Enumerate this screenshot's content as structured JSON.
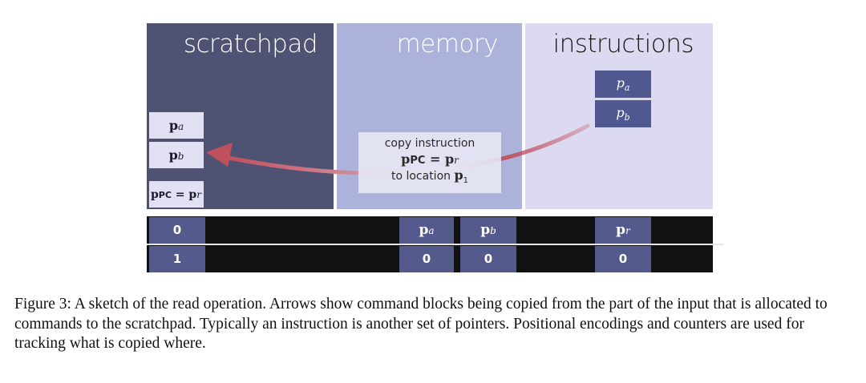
{
  "panels": {
    "scratchpad": {
      "title": "scratchpad",
      "boxes": [
        {
          "main": "p",
          "sub": "a"
        },
        {
          "main": "p",
          "sub": "b"
        },
        {
          "main": "p",
          "pc": "PC",
          "eq": " = p",
          "sub": "r"
        }
      ]
    },
    "memory": {
      "title": "memory",
      "copy_box": {
        "line1": "copy instruction",
        "line2_main": "p",
        "line2_pc": "PC",
        "line2_eq": " = p",
        "line2_sub": "r",
        "line3_text": "to location ",
        "line3_main": "p",
        "line3_sub": "1"
      }
    },
    "instructions": {
      "title": "instructions",
      "boxes": [
        {
          "main": "p",
          "sub": "a"
        },
        {
          "main": "p",
          "sub": "b"
        }
      ]
    }
  },
  "arrow": {
    "from": "instructions.p_b",
    "to": "scratchpad.p_b",
    "color": "#c0505e"
  },
  "tape": {
    "row1": [
      {
        "type": "num",
        "text": "0"
      },
      {
        "type": "ptr",
        "main": "p",
        "sub": "a"
      },
      {
        "type": "ptr",
        "main": "p",
        "sub": "b"
      },
      {
        "type": "ptr",
        "main": "p",
        "sub": "r"
      }
    ],
    "row2": [
      {
        "type": "num",
        "text": "1"
      },
      {
        "type": "num",
        "text": "0"
      },
      {
        "type": "num",
        "text": "0"
      },
      {
        "type": "num",
        "text": "0"
      }
    ]
  },
  "colors": {
    "scratchpad_bg": "#505274",
    "memory_bg": "#adb2db",
    "instructions_bg": "#dcdaf1",
    "tape_bg": "#111111",
    "cell_bg": "#555a8c",
    "arrow": "#c0505e"
  },
  "caption": "Figure 3: A sketch of the read operation. Arrows show command blocks being copied from the part of the input that is allocated to commands to the scratchpad. Typically an instruction is another set of pointers. Positional encodings and counters are used for tracking what is copied where."
}
